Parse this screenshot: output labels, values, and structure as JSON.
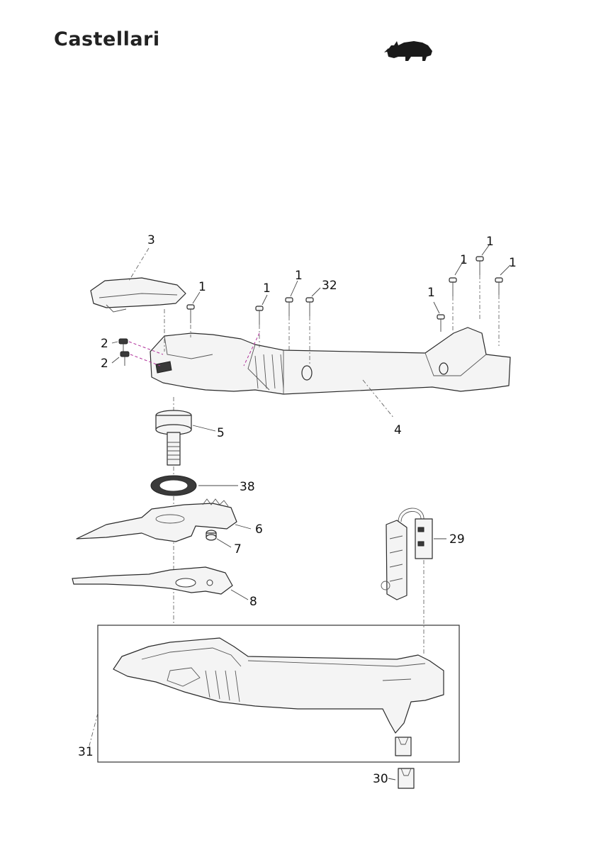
{
  "header": {
    "brand": "Castellari",
    "logo_icon": "rhino-logo-icon"
  },
  "callouts": [
    {
      "id": "c3",
      "label": "3"
    },
    {
      "id": "c1a",
      "label": "1"
    },
    {
      "id": "c1b",
      "label": "1"
    },
    {
      "id": "c1c",
      "label": "1"
    },
    {
      "id": "c32",
      "label": "32"
    },
    {
      "id": "c1d",
      "label": "1"
    },
    {
      "id": "c1e",
      "label": "1"
    },
    {
      "id": "c1f",
      "label": "1"
    },
    {
      "id": "c1g",
      "label": "1"
    },
    {
      "id": "c2a",
      "label": "2"
    },
    {
      "id": "c2b",
      "label": "2"
    },
    {
      "id": "c4",
      "label": "4"
    },
    {
      "id": "c5",
      "label": "5"
    },
    {
      "id": "c38",
      "label": "38"
    },
    {
      "id": "c6",
      "label": "6"
    },
    {
      "id": "c7",
      "label": "7"
    },
    {
      "id": "c8",
      "label": "8"
    },
    {
      "id": "c29",
      "label": "29"
    },
    {
      "id": "c31",
      "label": "31"
    },
    {
      "id": "c30",
      "label": "30"
    }
  ]
}
